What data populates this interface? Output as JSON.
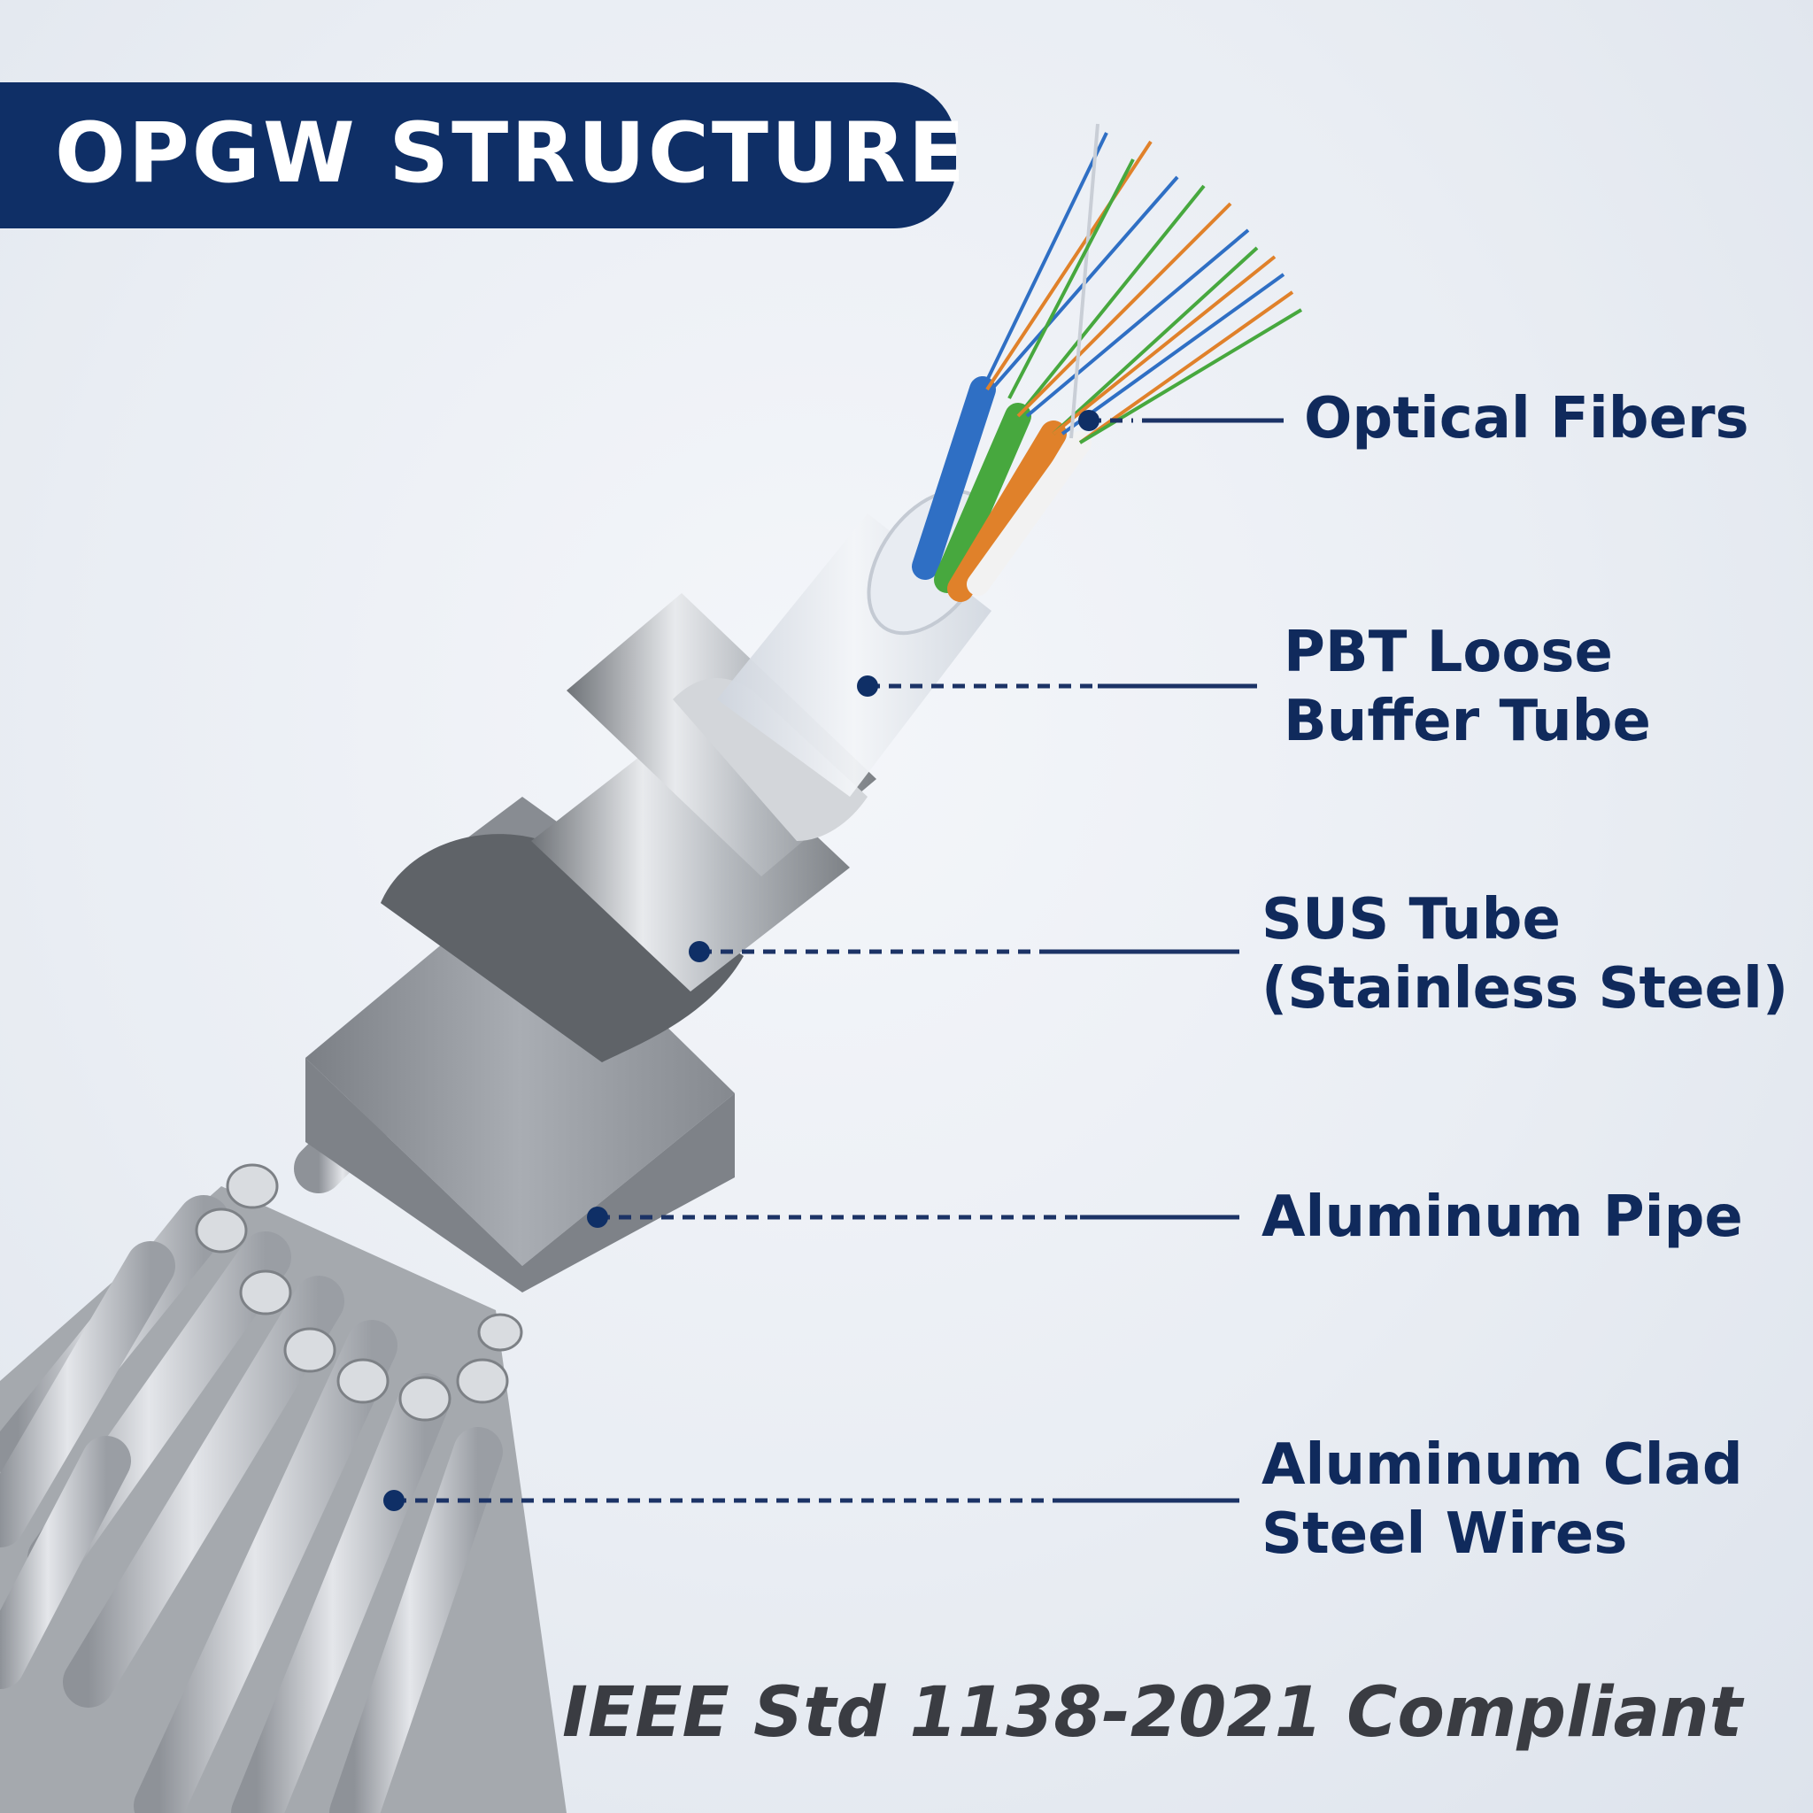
{
  "title": "OPGW STRUCTURE",
  "components": [
    {
      "id": "fibers",
      "lines": [
        "Optical Fibers"
      ]
    },
    {
      "id": "buffer",
      "lines": [
        "PBT Loose",
        "Buffer Tube"
      ]
    },
    {
      "id": "sus",
      "lines": [
        "SUS Tube",
        "(Stainless Steel)"
      ]
    },
    {
      "id": "pipe",
      "lines": [
        "Aluminum Pipe"
      ]
    },
    {
      "id": "wires",
      "lines": [
        "Aluminum Clad",
        "Steel Wires"
      ]
    }
  ],
  "footer": "IEEE Std  1138-2021 Compliant",
  "colors": {
    "navy": "#0f2f66",
    "label_text": "#102a5c",
    "fiber_blue": "#2f6fc4",
    "fiber_green": "#47a83e",
    "fiber_orange": "#e0812a",
    "fiber_white": "#f2f2f2"
  }
}
